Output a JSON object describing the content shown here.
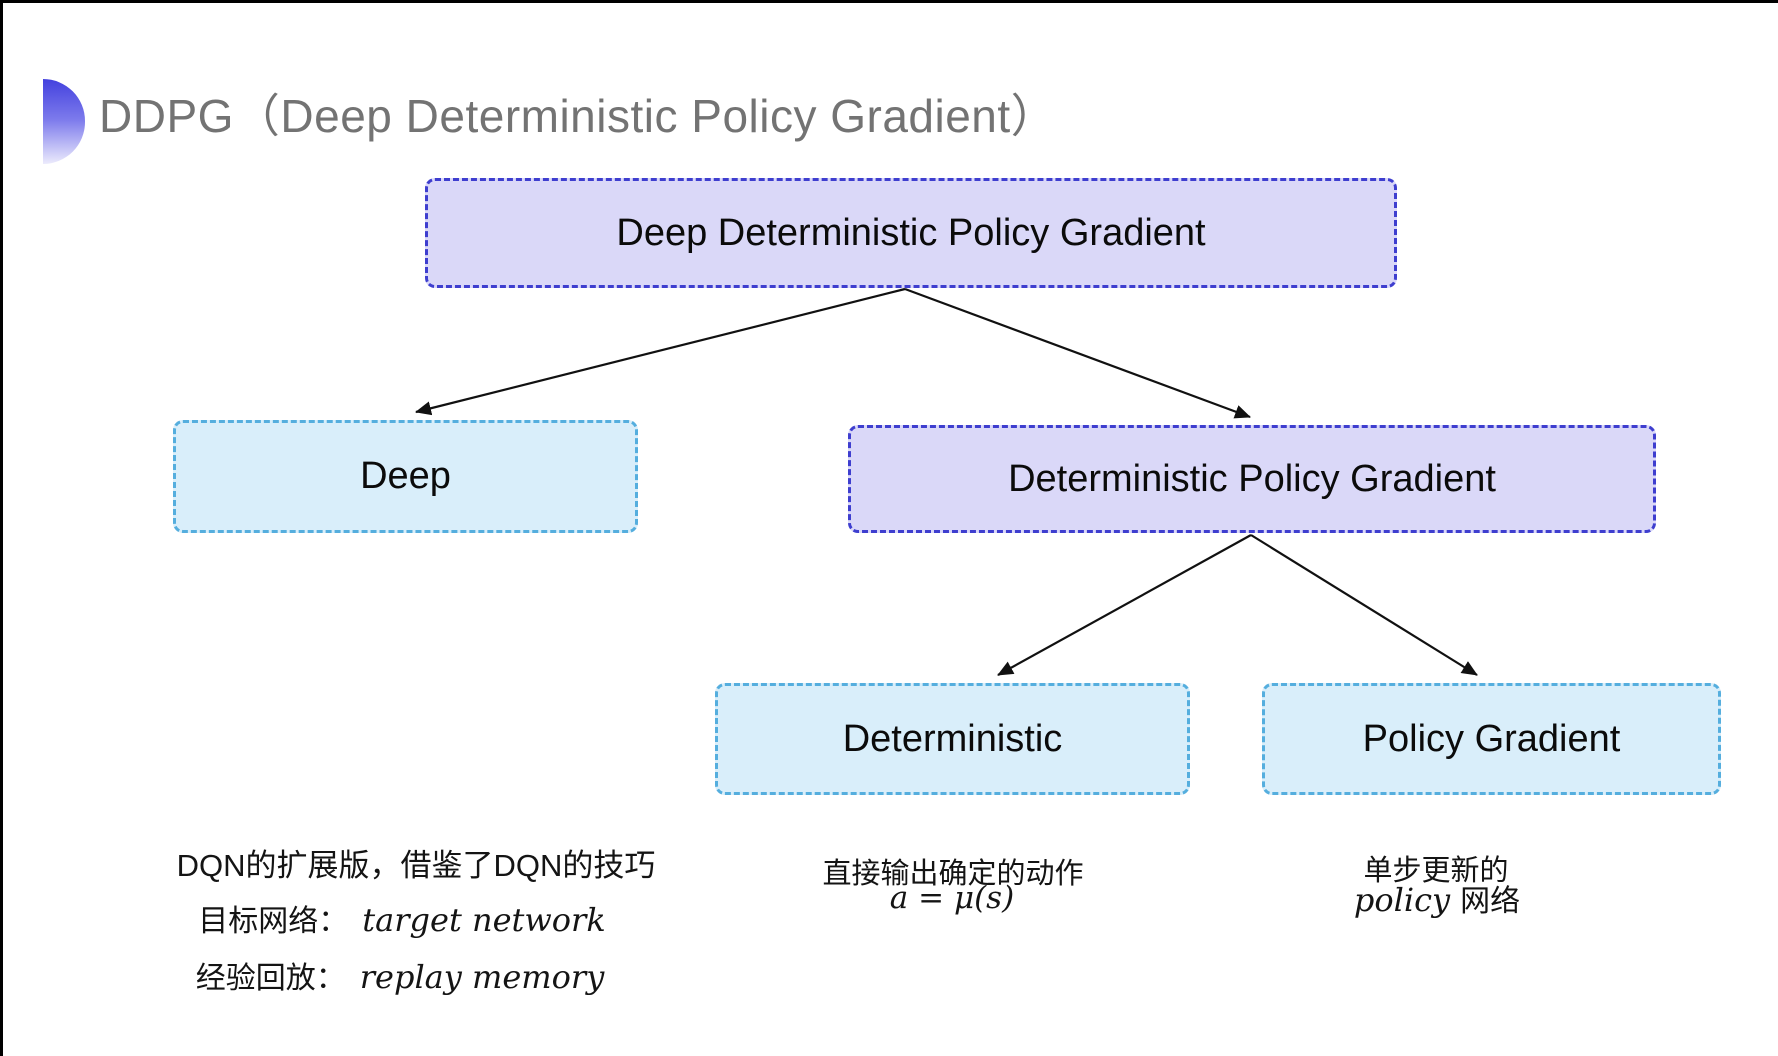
{
  "page": {
    "background": "#ffffff",
    "frame_border_color": "#000000"
  },
  "header": {
    "title": "DDPG（Deep Deterministic Policy Gradient）",
    "title_color": "#737373",
    "bullet_gradient_top": "#4341de",
    "bullet_gradient_bottom": "#ecebfc"
  },
  "diagram": {
    "colors": {
      "purple_fill": "#dad8f8",
      "purple_border": "#3e3ecf",
      "cyan_fill": "#d9eefa",
      "cyan_border": "#55aede",
      "arrow": "#111111"
    },
    "nodes": [
      {
        "id": "ddpg",
        "label": "Deep Deterministic Policy Gradient",
        "variant": "purple"
      },
      {
        "id": "deep",
        "label": "Deep",
        "variant": "cyan"
      },
      {
        "id": "dpg",
        "label": "Deterministic Policy Gradient",
        "variant": "purple"
      },
      {
        "id": "deterministic",
        "label": "Deterministic",
        "variant": "cyan"
      },
      {
        "id": "policy-gradient",
        "label": "Policy Gradient",
        "variant": "cyan"
      }
    ],
    "edges": [
      {
        "from": "ddpg",
        "to": "deep"
      },
      {
        "from": "ddpg",
        "to": "dpg"
      },
      {
        "from": "dpg",
        "to": "deterministic"
      },
      {
        "from": "dpg",
        "to": "policy-gradient"
      }
    ]
  },
  "notes": {
    "deep": {
      "line1": "DQN的扩展版，借鉴了DQN的技巧",
      "line2_label": "目标网络：",
      "line2_term": "target network",
      "line3_label": "经验回放：",
      "line3_term": "replay memory"
    },
    "deterministic": {
      "line1": "直接输出确定的动作",
      "formula": "a = μ(s)"
    },
    "policy_gradient": {
      "line1": "单步更新的",
      "line2_term": "policy",
      "line2_suffix": "网络"
    }
  }
}
